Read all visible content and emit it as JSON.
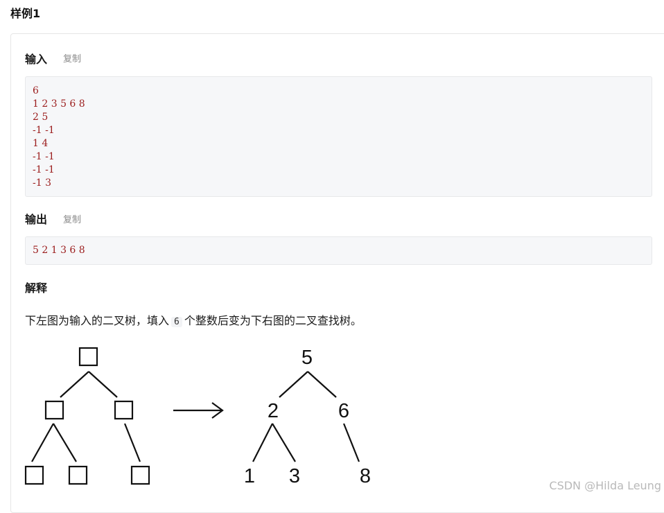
{
  "sample": {
    "title": "样例1"
  },
  "input": {
    "label": "输入",
    "copy_label": "复制",
    "lines": [
      "6",
      "1 2 3 5 6 8",
      "2 5",
      "-1 -1",
      "1 4",
      "-1 -1",
      "-1 -1",
      "-1 3"
    ]
  },
  "output": {
    "label": "输出",
    "copy_label": "复制",
    "text": "5 2 1 3 6 8"
  },
  "explain": {
    "label": "解释",
    "text_before": "下左图为输入的二叉树，填入",
    "inline_value": "6",
    "text_after": "个整数后变为下右图的二叉查找树。"
  },
  "figure": {
    "right_tree_values": [
      "5",
      "2",
      "6",
      "1",
      "3",
      "8"
    ]
  },
  "watermark": "CSDN @Hilda Leung"
}
